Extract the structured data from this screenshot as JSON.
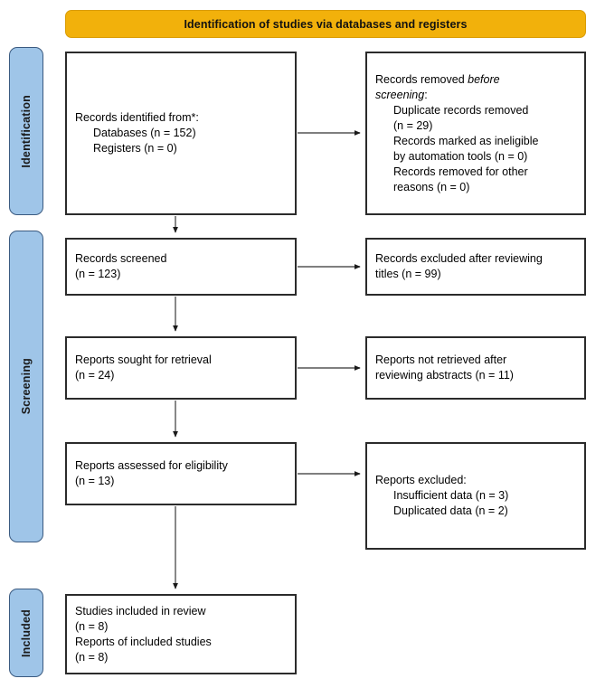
{
  "banner": {
    "title": "Identification of studies via databases and registers",
    "color": "#f2b10b"
  },
  "stages": {
    "identification": {
      "label": "Identification",
      "color": "#9fc5e8"
    },
    "screening": {
      "label": "Screening",
      "color": "#9fc5e8"
    },
    "included": {
      "label": "Included",
      "color": "#9fc5e8"
    }
  },
  "boxes": {
    "identified": {
      "l1": "Records identified from*:",
      "l2": "Databases (n = 152)",
      "l3": "Registers (n = 0)"
    },
    "removed": {
      "l1a": "Records removed ",
      "l1b": "before",
      "l2a": "screening",
      "l2b": ":",
      "l3": "Duplicate records removed",
      "l4": "(n = 29)",
      "l5": "Records marked as ineligible",
      "l6": "by automation tools (n = 0)",
      "l7": "Records removed for other",
      "l8": "reasons (n = 0)"
    },
    "screened": {
      "l1": "Records screened",
      "l2": "(n = 123)"
    },
    "excluded_titles": {
      "l1": "Records excluded after reviewing",
      "l2": "titles (n = 99)"
    },
    "sought": {
      "l1": "Reports sought for retrieval",
      "l2": "(n = 24)"
    },
    "not_retrieved": {
      "l1": "Reports not retrieved after",
      "l2": "reviewing abstracts (n = 11)"
    },
    "assessed": {
      "l1": "Reports assessed for eligibility",
      "l2": "(n = 13)"
    },
    "excluded_reports": {
      "l1": "Reports excluded:",
      "l2": "Insufficient data (n = 3)",
      "l3": "Duplicated data (n = 2)"
    },
    "included": {
      "l1": "Studies included in review",
      "l2": "(n = 8)",
      "l3": "Reports of included studies",
      "l4": "(n = 8)"
    }
  },
  "chart_data": {
    "type": "diagram",
    "title": "Identification of studies via databases and registers",
    "nodes": [
      {
        "id": "identified",
        "stage": "Identification",
        "label": "Records identified from*",
        "databases": 152,
        "registers": 0
      },
      {
        "id": "removed",
        "stage": "Identification",
        "label": "Records removed before screening",
        "duplicates": 29,
        "ineligible_automation": 0,
        "other_reasons": 0
      },
      {
        "id": "screened",
        "stage": "Screening",
        "label": "Records screened",
        "n": 123
      },
      {
        "id": "excluded_titles",
        "stage": "Screening",
        "label": "Records excluded after reviewing titles",
        "n": 99
      },
      {
        "id": "sought",
        "stage": "Screening",
        "label": "Reports sought for retrieval",
        "n": 24
      },
      {
        "id": "not_retrieved",
        "stage": "Screening",
        "label": "Reports not retrieved after reviewing abstracts",
        "n": 11
      },
      {
        "id": "assessed",
        "stage": "Screening",
        "label": "Reports assessed for eligibility",
        "n": 13
      },
      {
        "id": "excluded_reports",
        "stage": "Screening",
        "label": "Reports excluded",
        "insufficient_data": 3,
        "duplicated_data": 2
      },
      {
        "id": "included",
        "stage": "Included",
        "label": "Studies included in review",
        "studies": 8,
        "reports": 8
      }
    ],
    "edges": [
      {
        "from": "identified",
        "to": "removed",
        "direction": "right"
      },
      {
        "from": "identified",
        "to": "screened",
        "direction": "down"
      },
      {
        "from": "screened",
        "to": "excluded_titles",
        "direction": "right"
      },
      {
        "from": "screened",
        "to": "sought",
        "direction": "down"
      },
      {
        "from": "sought",
        "to": "not_retrieved",
        "direction": "right"
      },
      {
        "from": "sought",
        "to": "assessed",
        "direction": "down"
      },
      {
        "from": "assessed",
        "to": "excluded_reports",
        "direction": "right"
      },
      {
        "from": "assessed",
        "to": "included",
        "direction": "down"
      }
    ]
  }
}
